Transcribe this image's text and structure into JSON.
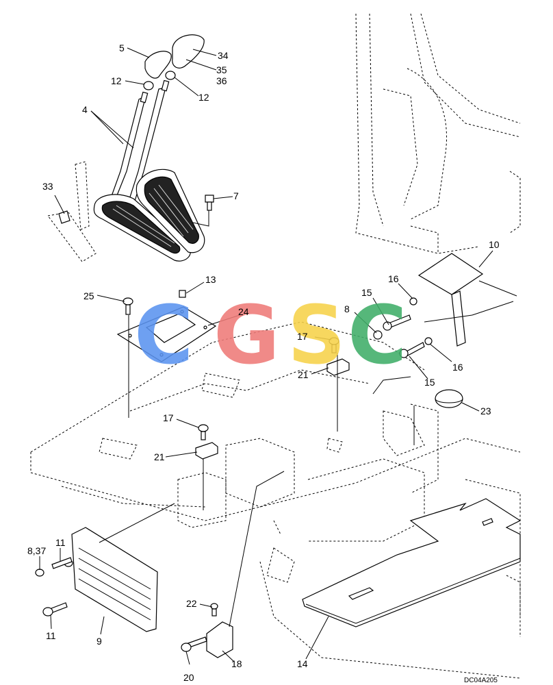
{
  "drawing_code": "DC04A205",
  "watermark": {
    "letters": [
      {
        "text": "C",
        "color": "#5b93f0"
      },
      {
        "text": "G",
        "color": "#ef7b78"
      },
      {
        "text": "S",
        "color": "#f7d24a"
      },
      {
        "text": "C",
        "color": "#3fae68"
      }
    ]
  },
  "callouts": [
    {
      "id": "c5",
      "text": "5"
    },
    {
      "id": "c34",
      "text": "34"
    },
    {
      "id": "c35",
      "text": "35"
    },
    {
      "id": "c36",
      "text": "36"
    },
    {
      "id": "c12a",
      "text": "12"
    },
    {
      "id": "c12b",
      "text": "12"
    },
    {
      "id": "c4",
      "text": "4"
    },
    {
      "id": "c33",
      "text": "33"
    },
    {
      "id": "c7",
      "text": "7"
    },
    {
      "id": "c10",
      "text": "10"
    },
    {
      "id": "c13",
      "text": "13"
    },
    {
      "id": "c25",
      "text": "25"
    },
    {
      "id": "c24",
      "text": "24"
    },
    {
      "id": "c16a",
      "text": "16"
    },
    {
      "id": "c15a",
      "text": "15"
    },
    {
      "id": "c8",
      "text": "8"
    },
    {
      "id": "c17a",
      "text": "17"
    },
    {
      "id": "c21a",
      "text": "21"
    },
    {
      "id": "c16b",
      "text": "16"
    },
    {
      "id": "c15b",
      "text": "15"
    },
    {
      "id": "c23",
      "text": "23"
    },
    {
      "id": "c17b",
      "text": "17"
    },
    {
      "id": "c21b",
      "text": "21"
    },
    {
      "id": "c837",
      "text": "8,37"
    },
    {
      "id": "c11a",
      "text": "11"
    },
    {
      "id": "c11b",
      "text": "11"
    },
    {
      "id": "c9",
      "text": "9"
    },
    {
      "id": "c22",
      "text": "22"
    },
    {
      "id": "c20",
      "text": "20"
    },
    {
      "id": "c18",
      "text": "18"
    },
    {
      "id": "c14",
      "text": "14"
    }
  ]
}
